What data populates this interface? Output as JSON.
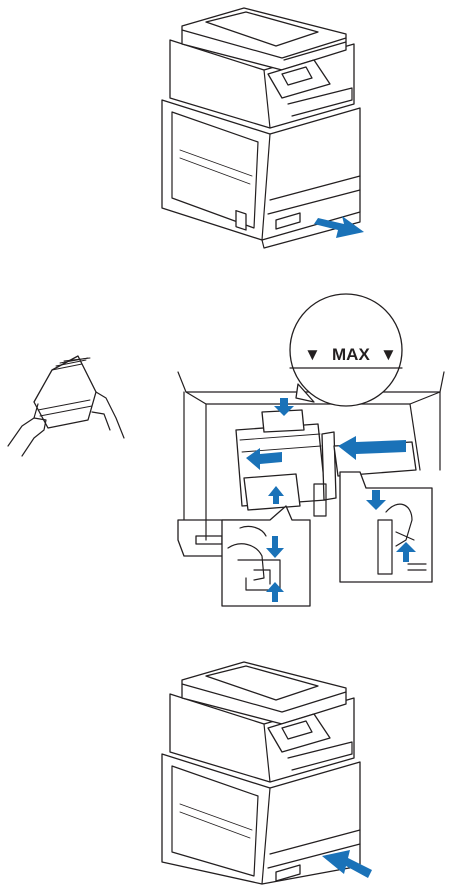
{
  "callout": {
    "max_label": "MAX",
    "marker_glyph": "▼"
  },
  "colors": {
    "line": "#231f20",
    "arrow": "#1a72b8",
    "background": "#ffffff"
  },
  "steps": [
    {
      "action": "pull-tray-out",
      "arrow_icon": "arrow-pull-out-icon"
    },
    {
      "action": "fan-paper-and-load-adjust-guides",
      "arrow_icon": "guide-adjust-arrows-icon"
    },
    {
      "action": "push-tray-in",
      "arrow_icon": "arrow-push-in-icon"
    }
  ]
}
